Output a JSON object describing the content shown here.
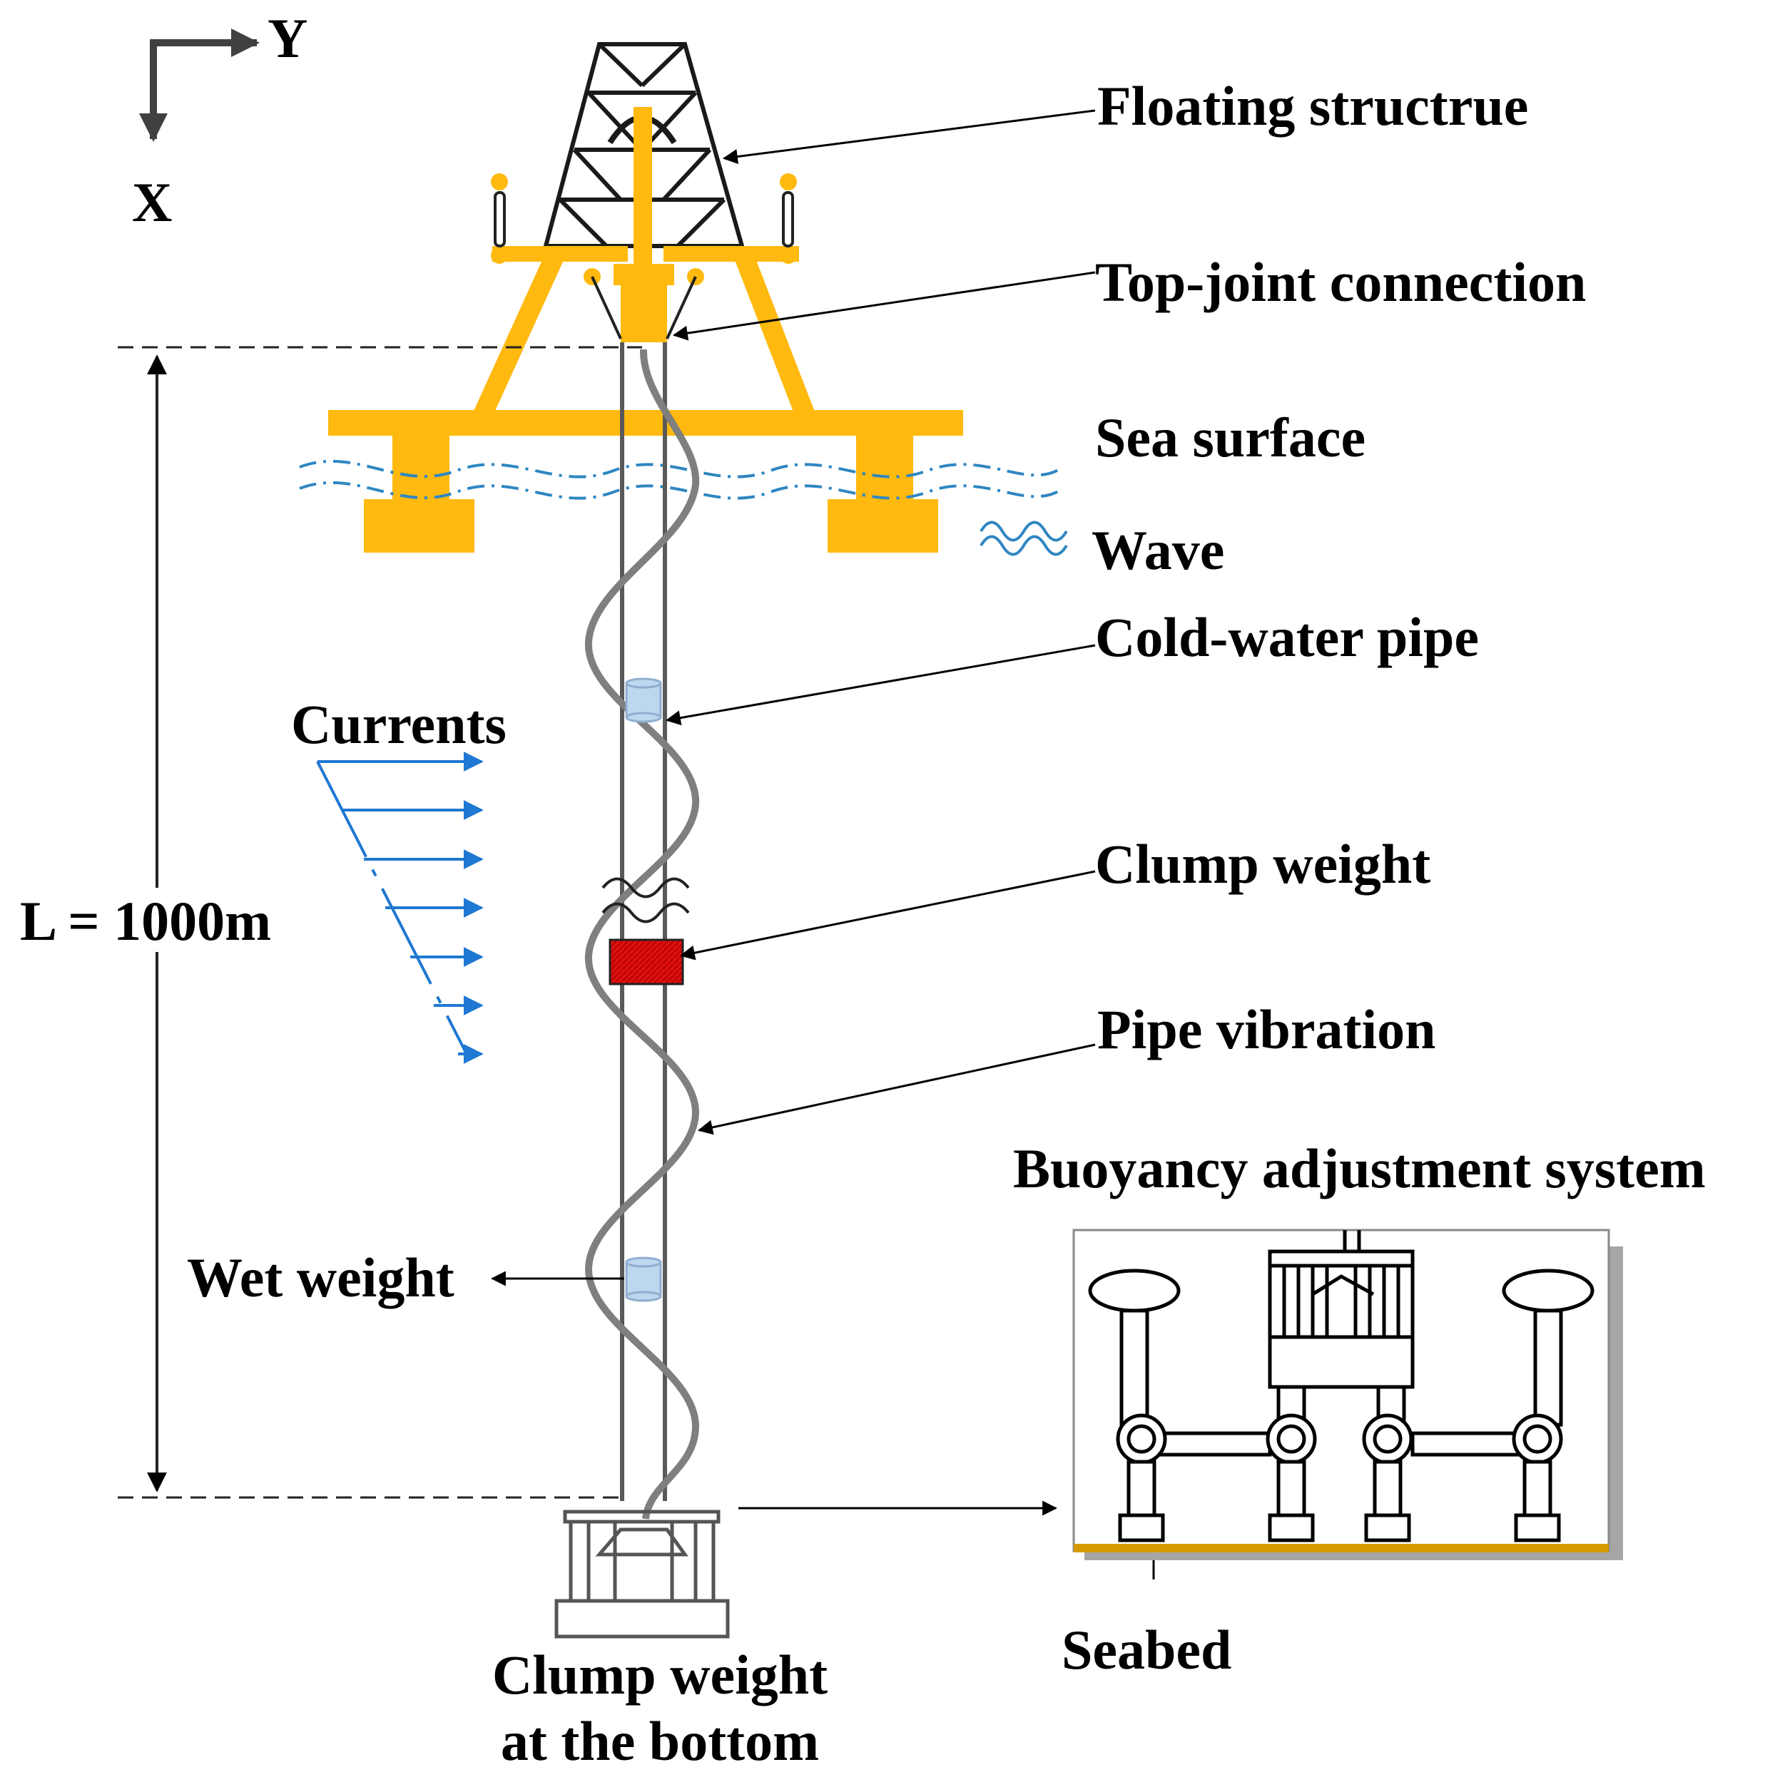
{
  "axes": {
    "y_label": "Y",
    "x_label": "X"
  },
  "labels": {
    "floating_structure": "Floating structrue",
    "top_joint": "Top-joint connection",
    "sea_surface": "Sea surface",
    "wave": "Wave",
    "cold_water_pipe": "Cold-water pipe",
    "currents": "Currents",
    "length": "L = 1000m",
    "clump_weight": "Clump weight",
    "pipe_vibration": "Pipe vibration",
    "buoyancy_system": "Buoyancy adjustment system",
    "wet_weight": "Wet weight",
    "seabed": "Seabed",
    "bottom_weight_line1": "Clump weight",
    "bottom_weight_line2": "at the bottom"
  },
  "colors": {
    "structure": "#FFB90F",
    "pipe": "#595959",
    "vibration": "#7F7F7F",
    "current": "#1F78D1",
    "water": "#2E86C1",
    "clump": "#E01010",
    "buoy": "#BDD7EE",
    "seabed": "#D49A00"
  }
}
